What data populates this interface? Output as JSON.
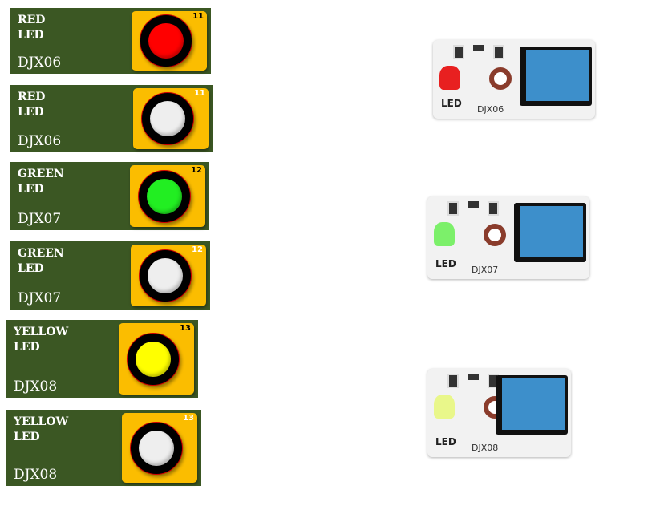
{
  "panels": [
    {
      "name": "RED\nLED",
      "code": "DJX06",
      "number": "11",
      "state": "on",
      "led_color": "#ff0000",
      "num_color": "#000000"
    },
    {
      "name": "RED\nLED",
      "code": "DJX06",
      "number": "11",
      "state": "off",
      "led_color": "#eeeeee",
      "num_color": "#ffffff"
    },
    {
      "name": "GREEN\nLED",
      "code": "DJX07",
      "number": "12",
      "state": "on",
      "led_color": "#22ee22",
      "num_color": "#000000"
    },
    {
      "name": "GREEN\nLED",
      "code": "DJX07",
      "number": "12",
      "state": "off",
      "led_color": "#eeeeee",
      "num_color": "#ffffff"
    },
    {
      "name": "YELLOW\nLED",
      "code": "DJX08",
      "number": "13",
      "state": "on",
      "led_color": "#ffff00",
      "num_color": "#000000"
    },
    {
      "name": "YELLOW\nLED",
      "code": "DJX08",
      "number": "13",
      "state": "off",
      "led_color": "#eeeeee",
      "num_color": "#ffffff"
    }
  ],
  "boards": [
    {
      "label": "LED",
      "code": "DJX06",
      "led_color": "#e82020"
    },
    {
      "label": "LED",
      "code": "DJX07",
      "led_color": "#7cf06a"
    },
    {
      "label": "LED",
      "code": "DJX08",
      "led_color": "#e9f78a"
    }
  ]
}
